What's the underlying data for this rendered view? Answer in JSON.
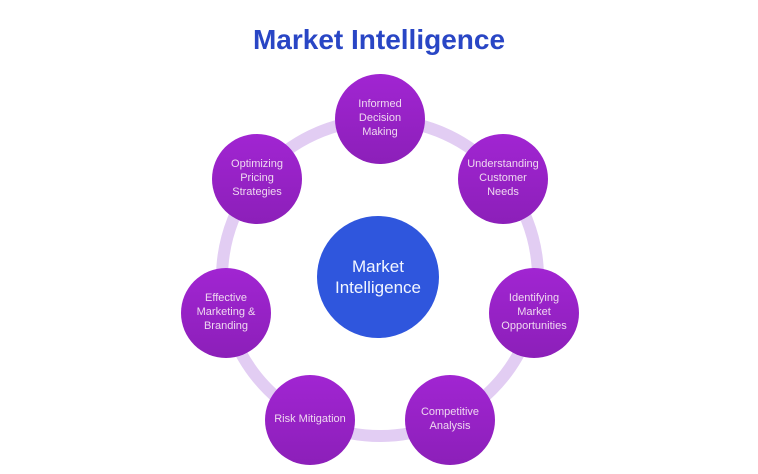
{
  "title": "Market Intelligence",
  "colors": {
    "background": "#ffffff",
    "title_text": "#2946c5",
    "ring": "#e2cdf3",
    "node_fill_top": "#a125d2",
    "node_fill_bottom": "#8c1fb9",
    "node_text": "#efd8f0",
    "center_fill": "#2f56dd",
    "center_text": "#f2f6ff"
  },
  "diagram": {
    "center_label": "Market Intelligence",
    "nodes": [
      {
        "label": "Informed Decision Making"
      },
      {
        "label": "Understanding Customer Needs"
      },
      {
        "label": "Identifying Market Opportunities"
      },
      {
        "label": "Competitive Analysis"
      },
      {
        "label": "Risk Mitigation"
      },
      {
        "label": "Effective Marketing & Branding"
      },
      {
        "label": "Optimizing Pricing Strategies"
      }
    ]
  }
}
